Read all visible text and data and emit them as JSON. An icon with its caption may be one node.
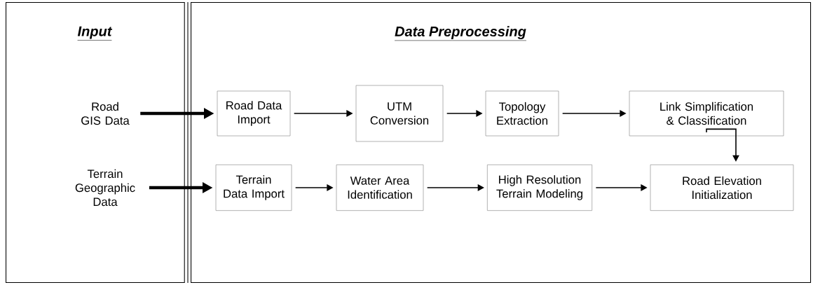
{
  "diagram": {
    "nodes": [
      {
        "text": [
          "Input"
        ]
      },
      {
        "text": [
          "Data Preprocessing"
        ]
      },
      {
        "text": [
          "Road GIS Data"
        ],
        "in": 0
      },
      {
        "text": [
          "Terrain Geographic Data"
        ],
        "in": 0
      },
      {
        "text": [
          "Road Data Import"
        ],
        "in": 1
      },
      {
        "text": [
          "UTM Conversion"
        ],
        "in": 1
      },
      {
        "text": [
          "Topology Extraction"
        ],
        "in": 1
      },
      {
        "text": [
          "Link Simplification & Classification"
        ],
        "in": 1
      },
      {
        "text": [
          "Terrain Data Import"
        ],
        "in": 1
      },
      {
        "text": [
          "Water Area Identification"
        ],
        "in": 1
      },
      {
        "text": [
          "High Resolution Terrain Modeling"
        ],
        "in": 1
      },
      {
        "text": [
          "Road Elevation Initialization"
        ],
        "in": 1
      }
    ],
    "edges": [
      {
        "from": 2,
        "to": 4,
        "arrow": "to",
        "style": "thick"
      },
      {
        "from": 3,
        "to": 8,
        "arrow": "to",
        "style": "thick"
      },
      {
        "from": 4,
        "to": 5,
        "arrow": "to"
      },
      {
        "from": 5,
        "to": 6,
        "arrow": "to"
      },
      {
        "from": 6,
        "to": 7,
        "arrow": "to"
      },
      {
        "from": 7,
        "to": 11,
        "arrow": "to"
      },
      {
        "from": 8,
        "to": 9,
        "arrow": "to"
      },
      {
        "from": 9,
        "to": 10,
        "arrow": "to"
      },
      {
        "from": 10,
        "to": 11,
        "arrow": "to"
      }
    ]
  }
}
